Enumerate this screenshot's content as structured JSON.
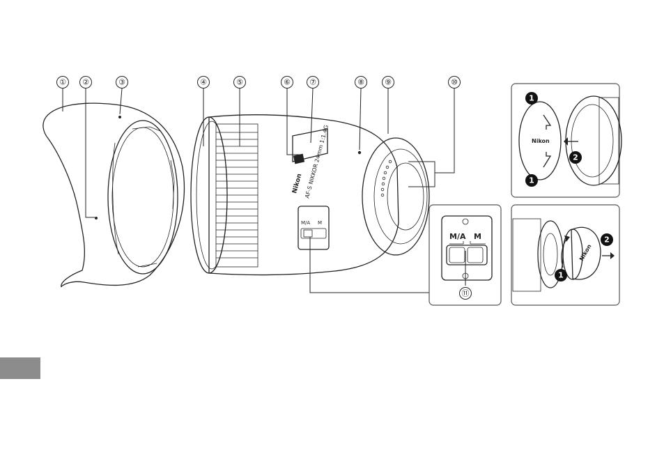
{
  "callouts": [
    "①",
    "②",
    "③",
    "④",
    "⑤",
    "⑥",
    "⑦",
    "⑧",
    "⑨",
    "⑩",
    "⑪"
  ],
  "lens_print": {
    "brand": "Nikon",
    "model_line": "AF-S NIKKOR 24mm 1:1.4G",
    "mode_ma": "M/A",
    "mode_m": "M"
  },
  "front_cap_panel": {
    "steps": [
      "1",
      "1",
      "2"
    ],
    "cap_brand": "Nikon"
  },
  "rear_cap_panel": {
    "steps": [
      "1",
      "2"
    ],
    "cap_brand": "Nikon"
  },
  "switch_detail": {
    "mode_ma": "M/A",
    "mode_m": "M"
  },
  "colors": {
    "line": "#222222",
    "side_tab": "#8c8c8c",
    "panel_border": "#555555",
    "lens_shade": "#d9d9d9"
  }
}
